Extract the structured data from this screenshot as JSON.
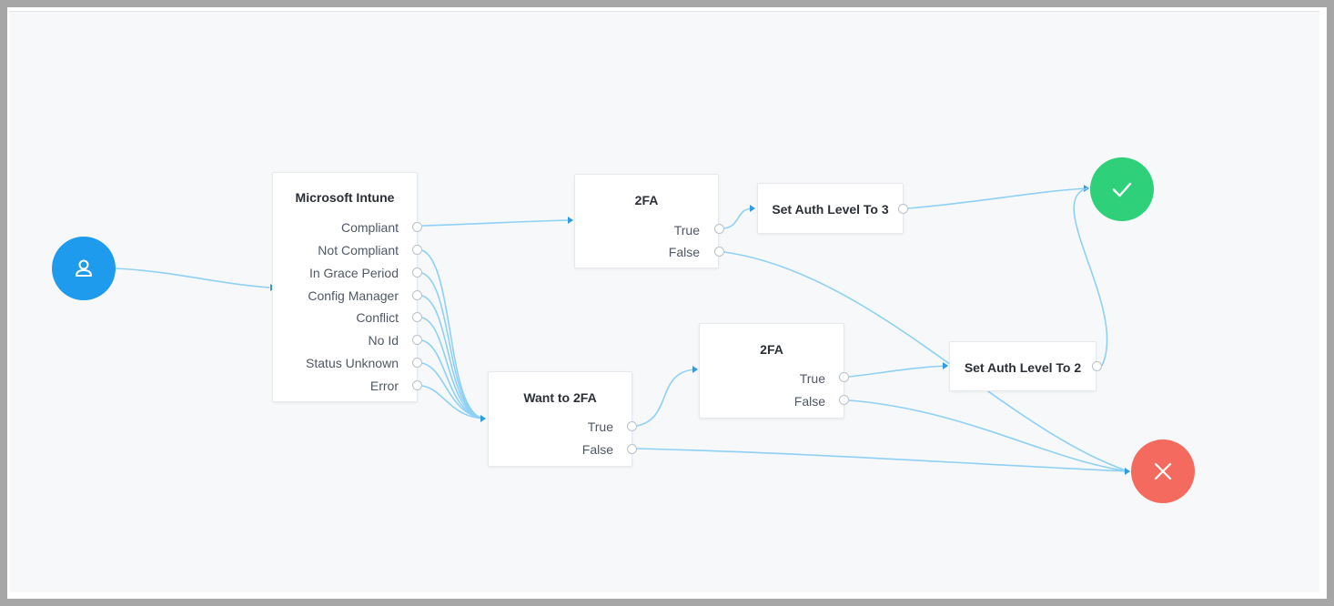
{
  "colors": {
    "start": "#1f9bee",
    "success": "#2ed079",
    "failure": "#f56a5e",
    "edge": "#8fd0f5",
    "arrow": "#2f9be0"
  },
  "icons": {
    "start": "user-icon",
    "success": "checkmark-icon",
    "failure": "close-icon"
  },
  "nodes": {
    "intune": {
      "title": "Microsoft Intune",
      "outputs": [
        "Compliant",
        "Not Compliant",
        "In Grace Period",
        "Config Manager",
        "Conflict",
        "No Id",
        "Status Unknown",
        "Error"
      ]
    },
    "twofa_top": {
      "title": "2FA",
      "outputs": [
        "True",
        "False"
      ]
    },
    "want2fa": {
      "title": "Want to 2FA",
      "outputs": [
        "True",
        "False"
      ]
    },
    "twofa_mid": {
      "title": "2FA",
      "outputs": [
        "True",
        "False"
      ]
    },
    "auth3": {
      "title": "Set Auth Level To 3"
    },
    "auth2": {
      "title": "Set Auth Level To 2"
    }
  }
}
